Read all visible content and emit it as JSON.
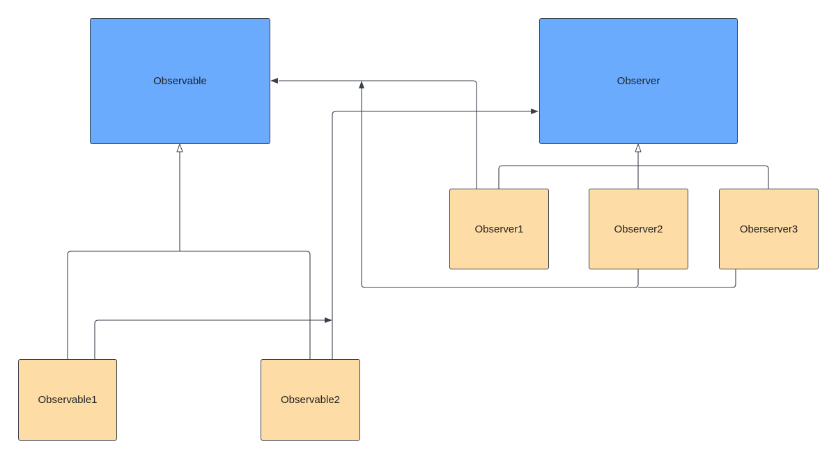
{
  "diagram": {
    "colors": {
      "interface_fill": "#6aabfd",
      "class_fill": "#fddca5",
      "line": "#3a3f4a",
      "background": "#ffffff"
    },
    "nodes": {
      "observable": {
        "label": "Observable"
      },
      "observer": {
        "label": "Observer"
      },
      "observer1": {
        "label": "Observer1"
      },
      "observer2": {
        "label": "Observer2"
      },
      "observer3": {
        "label": "Oberserver3"
      },
      "observable1": {
        "label": "Observable1"
      },
      "observable2": {
        "label": "Observable2"
      }
    }
  }
}
